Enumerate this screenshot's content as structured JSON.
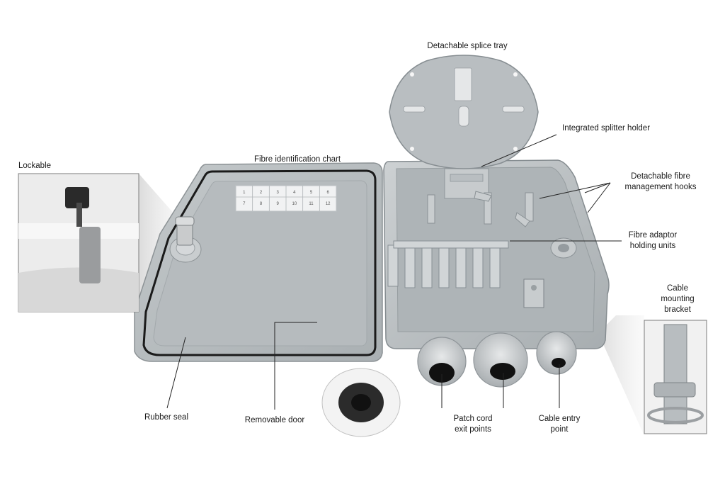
{
  "labels": {
    "detachable_splice_tray": "Detachable splice tray",
    "integrated_splitter_holder": "Integrated splitter holder",
    "detachable_hooks": [
      "Detachable fibre",
      "management hooks"
    ],
    "fibre_adaptor": [
      "Fibre adaptor",
      "holding units"
    ],
    "cable_mounting_bracket": [
      "Cable",
      "mounting",
      "bracket"
    ],
    "lockable": "Lockable",
    "fibre_id_chart": "Fibre identification chart",
    "rubber_seal": "Rubber seal",
    "removable_door": "Removable door",
    "patch_cord": [
      "Patch cord",
      "exit points"
    ],
    "cable_entry": [
      "Cable entry",
      "point"
    ]
  },
  "chart_numbers": [
    "1",
    "2",
    "3",
    "4",
    "5",
    "6",
    "7",
    "8",
    "9",
    "10",
    "11",
    "12"
  ],
  "colors": {
    "plastic": "#b9bec1",
    "plastic_dark": "#8f969a",
    "plastic_light": "#d3d7d9",
    "gasket": "#1b1b1b",
    "leader": "#222222"
  }
}
